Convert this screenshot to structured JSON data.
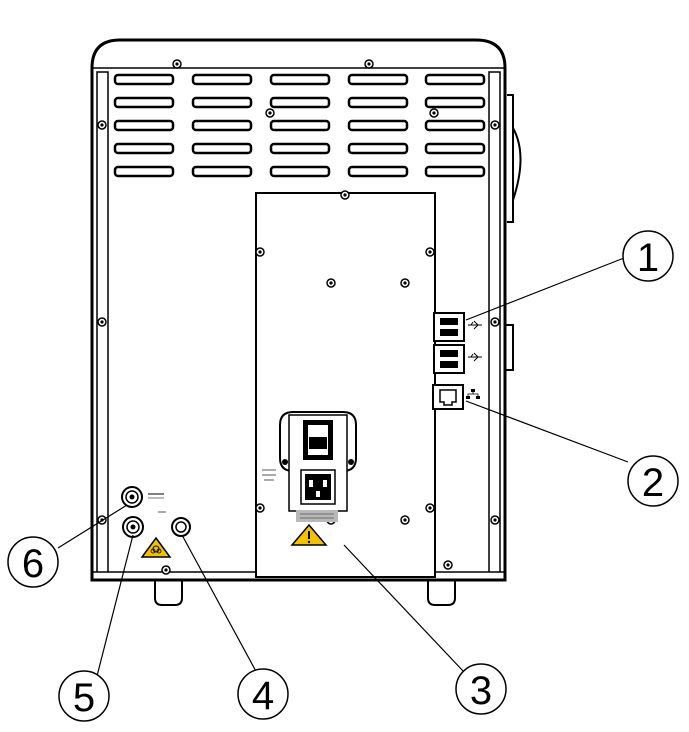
{
  "figure": {
    "callouts": [
      {
        "id": "1",
        "label": "1"
      },
      {
        "id": "2",
        "label": "2"
      },
      {
        "id": "3",
        "label": "3"
      },
      {
        "id": "4",
        "label": "4"
      },
      {
        "id": "5",
        "label": "5"
      },
      {
        "id": "6",
        "label": "6"
      }
    ],
    "colors": {
      "line": "#000000",
      "warning": "#f2c200",
      "label_plate": "#b8b8b8"
    }
  }
}
